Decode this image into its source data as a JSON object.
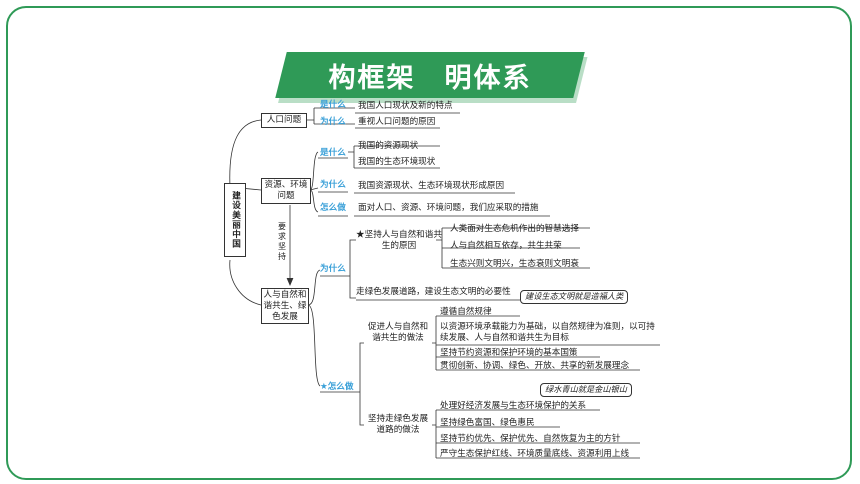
{
  "title": "构框架　明体系",
  "root": "建设美丽中国",
  "branch1": {
    "label": "人口问题",
    "items": [
      {
        "key": "是什么",
        "text": "我国人口现状及新的特点"
      },
      {
        "key": "为什么",
        "text": "重视人口问题的原因"
      }
    ]
  },
  "branch2": {
    "label": "资源、环境问题",
    "key_what": "是什么",
    "what_items": [
      "我国的资源现状",
      "我国的生态环境现状"
    ],
    "key_why": "为什么",
    "why_text": "我国资源现状、生态环境现状形成原因",
    "key_how": "怎么做",
    "how_text": "面对人口、资源、环境问题，我们应采取的措施"
  },
  "link_label": "要求坚持",
  "branch3": {
    "label": "人与自然和谐共生、绿色发展",
    "key_why": "为什么",
    "why_sub": "★坚持人与自然和谐共生的原因",
    "why_items": [
      "人类面对生态危机作出的智慧选择",
      "人与自然相互依存，共生共荣",
      "生态兴则文明兴，生态衰则文明衰"
    ],
    "green_road": "走绿色发展道路，建设生态文明的必要性",
    "note1": "建设生态文明就是造福人类",
    "key_how": "★怎么做",
    "how_sub1": "促进人与自然和谐共生的做法",
    "how_items1": [
      "遵循自然规律",
      "以资源环境承载能力为基础，以自然规律为准则，以可持续发展、人与自然和谐共生为目标",
      "坚持节约资源和保护环境的基本国策",
      "贯彻创新、协调、绿色、开放、共享的新发展理念"
    ],
    "note2": "绿水青山就是金山银山",
    "how_sub2": "坚持走绿色发展道路的做法",
    "how_items2": [
      "处理好经济发展与生态环境保护的关系",
      "坚持绿色富国、绿色惠民",
      "坚持节约优先、保护优先、自然恢复为主的方针",
      "严守生态保护红线、环境质量底线、资源利用上线"
    ]
  }
}
